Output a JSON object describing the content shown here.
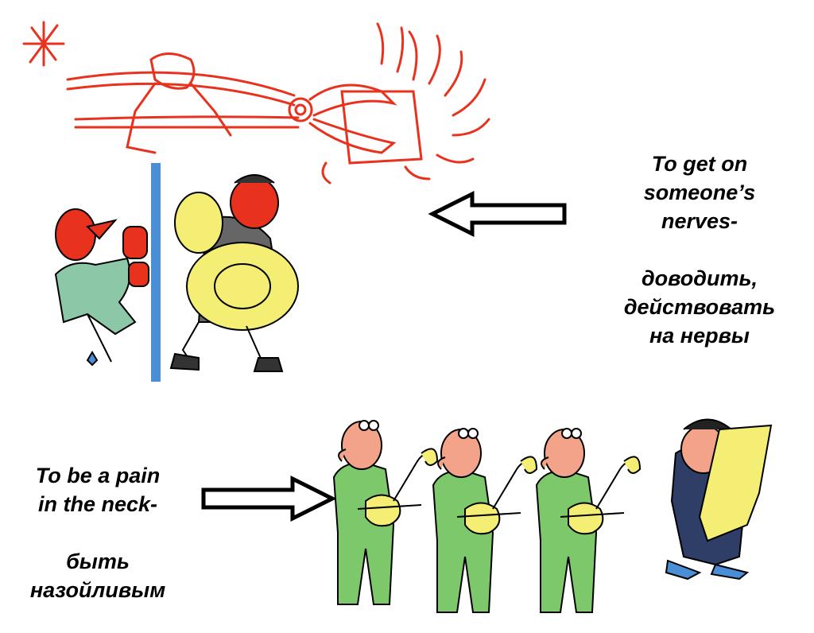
{
  "slide": {
    "idiom_1": {
      "english": "To get on\nsomeone’s\nnerves-",
      "russian": "доводить,\nдействовать\nна нервы"
    },
    "idiom_2": {
      "english": "To   be a pain\nin the neck-",
      "russian": "быть\nназойливым"
    }
  },
  "colors": {
    "pliers_red": "#e8321e",
    "face_red": "#e8321e",
    "suit_teal": "#8cc7a8",
    "tuba_yellow": "#f4ee74",
    "musician_green": "#7cc86a",
    "skin_pink": "#f3a38a",
    "wall_blue": "#4a8fd6"
  },
  "icons": [
    "hot-pliers-illustration",
    "wall-neighbors-illustration",
    "left-arrow-icon",
    "right-arrow-icon",
    "violinists-illustration"
  ]
}
